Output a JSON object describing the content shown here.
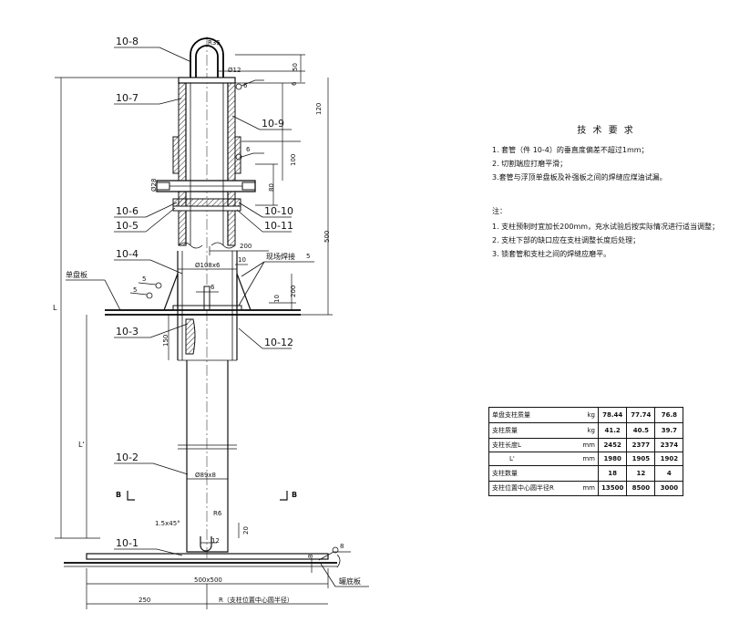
{
  "parts": {
    "p10_8": "10-8",
    "p10_7": "10-7",
    "p10_9": "10-9",
    "p10_6": "10-6",
    "p10_5": "10-5",
    "p10_10": "10-10",
    "p10_11": "10-11",
    "p10_4": "10-4",
    "p10_3": "10-3",
    "p10_12": "10-12",
    "p10_2": "10-2",
    "p10_1": "10-1"
  },
  "dims": {
    "r35": "R35",
    "d12": "Ø12",
    "d50": "50",
    "d6a": "6",
    "d120": "120",
    "d100": "100",
    "d80": "80",
    "d500": "500",
    "d108x6": "Ø108x6",
    "d200a": "200",
    "d10a": "10",
    "d6b": "6",
    "d200b": "200",
    "d10b": "10",
    "d150": "150",
    "d89x8": "Ø89x8",
    "cham": "1.5x45°",
    "r6": "R6",
    "d20": "20",
    "d12b": "12",
    "d8": "8",
    "d500x500": "500x500",
    "d250": "250",
    "rlabel": "R（支柱位置中心圆半径）",
    "lbl_L": "L",
    "lbl_Lp": "L'",
    "d28": "Ø28",
    "w6": "6",
    "w6b": "6",
    "w5a": "5",
    "w5b": "5",
    "w5c": "5",
    "w8": "8"
  },
  "labels": {
    "xianchang": "现场焊接",
    "danpanban": "单盘板",
    "dibanban": "罐底板",
    "sec_b1": "B",
    "sec_b2": "B"
  },
  "notes": {
    "title": "技 术 要 求",
    "req": [
      "1. 套管（件 10-4）的垂直度偏差不超过1mm；",
      "2. 切割端应打磨平滑；",
      "3.套管与浮顶单盘板及补强板之间的焊缝应煤油试漏。"
    ],
    "zhu_title": "注：",
    "zhu": [
      "1. 支柱预制时宜加长200mm，充水试验后按实际情况进行适当调整；",
      "2. 支柱下部的缺口应在支柱调整长度后处理；",
      "3. 锁套管和支柱之间的焊缝应磨平。"
    ]
  },
  "table": {
    "rows": [
      {
        "name": "单盘支柱质量",
        "unit": "kg",
        "vals": [
          "78.44",
          "77.74",
          "76.8"
        ]
      },
      {
        "name": "支柱质量",
        "unit": "kg",
        "vals": [
          "41.2",
          "40.5",
          "39.7"
        ]
      },
      {
        "name": "支柱长度L",
        "unit": "mm",
        "vals": [
          "2452",
          "2377",
          "2374"
        ]
      },
      {
        "name": "L'",
        "unit": "mm",
        "vals": [
          "1980",
          "1905",
          "1902"
        ]
      },
      {
        "name": "支柱数量",
        "unit": "",
        "vals": [
          "18",
          "12",
          "4"
        ]
      },
      {
        "name": "支柱位置中心圆半径R",
        "unit": "mm",
        "vals": [
          "13500",
          "8500",
          "3000"
        ]
      }
    ]
  }
}
